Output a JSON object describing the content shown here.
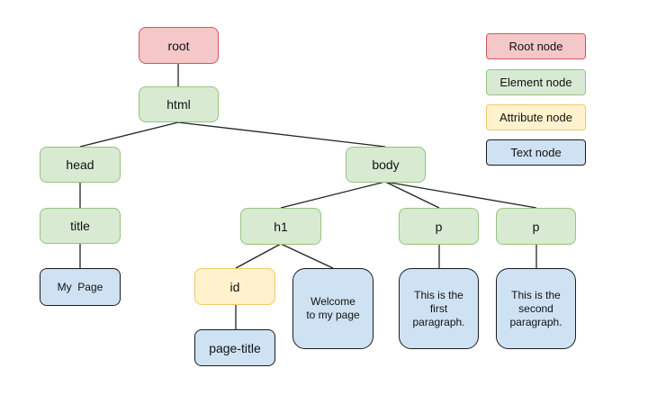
{
  "nodes": {
    "root": "root",
    "html": "html",
    "head": "head",
    "body": "body",
    "title": "title",
    "my_page": "My  Page",
    "h1": "h1",
    "p1": "p",
    "p2": "p",
    "id": "id",
    "page_title": "page-title",
    "welcome": [
      "Welcome",
      "to my page"
    ],
    "para1": [
      "This is the",
      "first",
      "paragraph."
    ],
    "para2": [
      "This is the",
      "second",
      "paragraph."
    ]
  },
  "legend": {
    "root": "Root node",
    "element": "Element node",
    "attribute": "Attribute node",
    "text": "Text node"
  },
  "colors": {
    "root_fill": "#f4c7c9",
    "element_fill": "#d9ead3",
    "attribute_fill": "#fff2cc",
    "text_fill": "#cfe2f3"
  }
}
